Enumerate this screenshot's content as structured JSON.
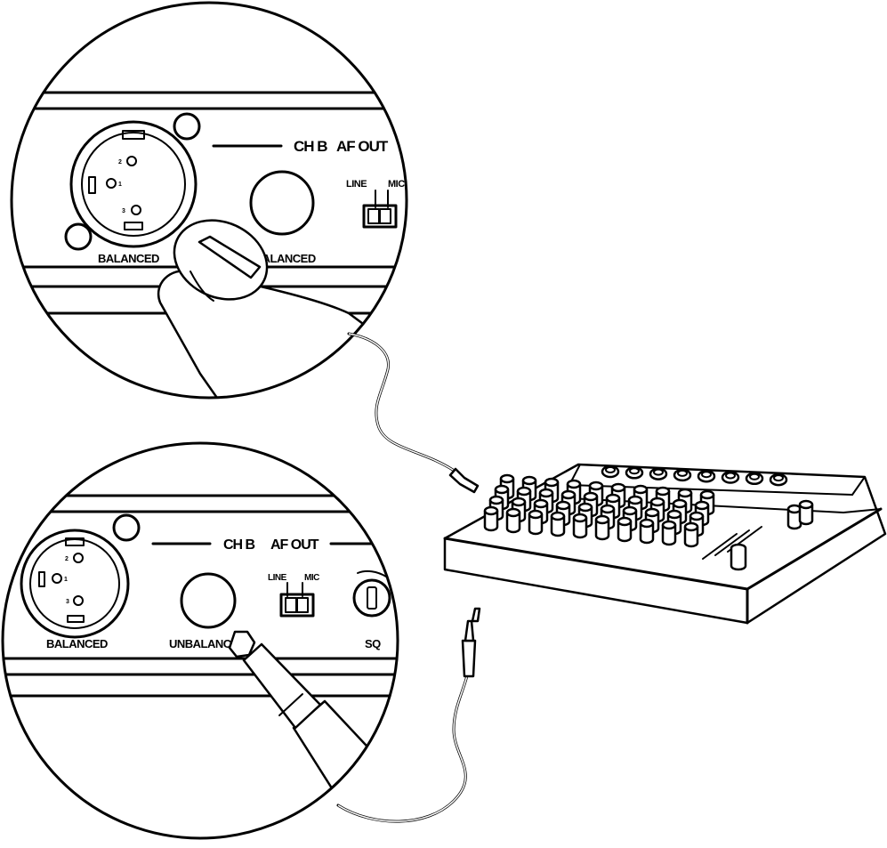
{
  "top_panel": {
    "section_label": "CH B",
    "af_out_label": "AF OUT",
    "switch_line": "LINE",
    "switch_mic": "MIC",
    "xlr_label": "BALANCED",
    "jack_label": "UNBALANCED",
    "xlr_pins": [
      "2",
      "1",
      "3"
    ]
  },
  "bottom_panel": {
    "section_label": "CH B",
    "af_out_label": "AF OUT",
    "switch_line": "LINE",
    "switch_mic": "MIC",
    "xlr_label": "BALANCED",
    "jack_label": "UNBALANCED",
    "sq_label": "SQ",
    "xlr_pins": [
      "2",
      "1",
      "3"
    ]
  },
  "mixer": {
    "fader_count": 3,
    "knob_columns": 10,
    "knob_rows": 4
  }
}
